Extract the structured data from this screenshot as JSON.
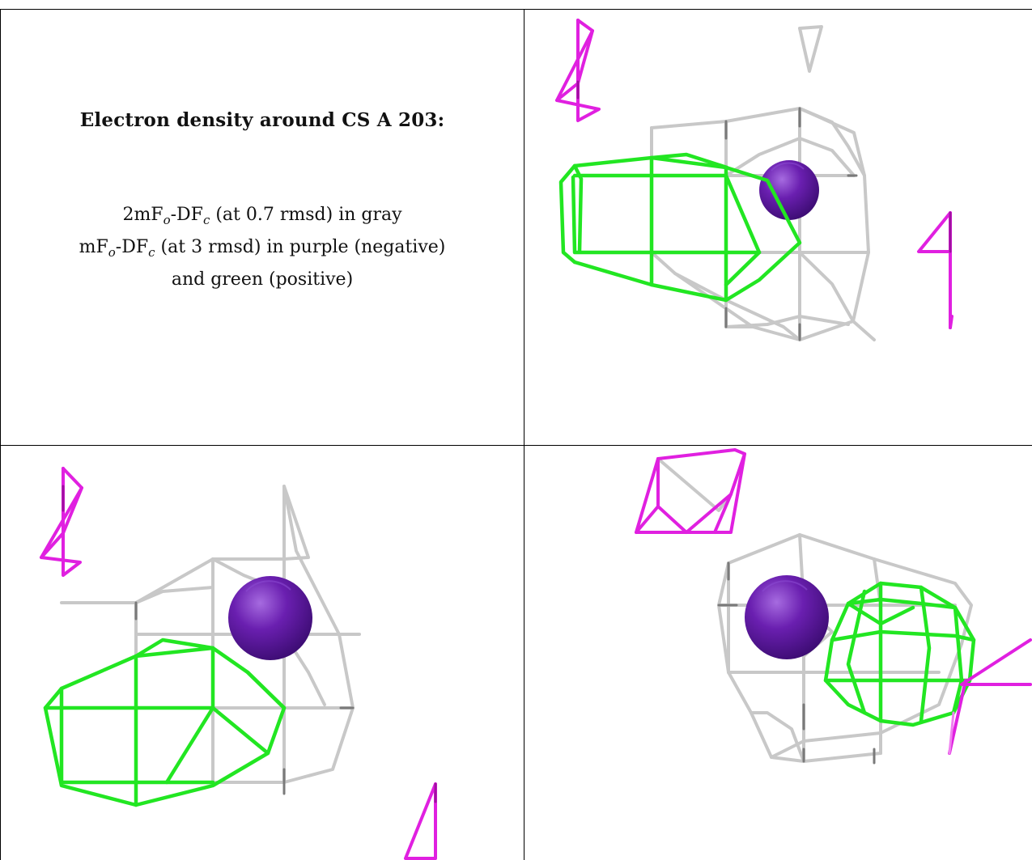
{
  "title": "Electron density around CS A 203:",
  "legend": {
    "line1_pre": "2mF",
    "line1_sub1": "o",
    "line1_mid": "-DF",
    "line1_sub2": "c",
    "line1_post": " (at 0.7 rmsd) in gray",
    "line2_pre": "mF",
    "line2_sub1": "o",
    "line2_mid": "-DF",
    "line2_sub2": "c",
    "line2_post": " (at 3 rmsd) in purple (negative)",
    "line3": "and green (positive)"
  },
  "colors": {
    "gray_mesh": "#c8c8c8",
    "gray_mesh_dark": "#8a8a8a",
    "green_mesh": "#22e622",
    "purple_mesh": "#e020e0",
    "atom": "#6a1fb0",
    "grid_lines": "#000000"
  },
  "views": [
    {
      "name": "view-top-right",
      "atom": "CS"
    },
    {
      "name": "view-bottom-left",
      "atom": "CS"
    },
    {
      "name": "view-bottom-right",
      "atom": "CS"
    }
  ]
}
